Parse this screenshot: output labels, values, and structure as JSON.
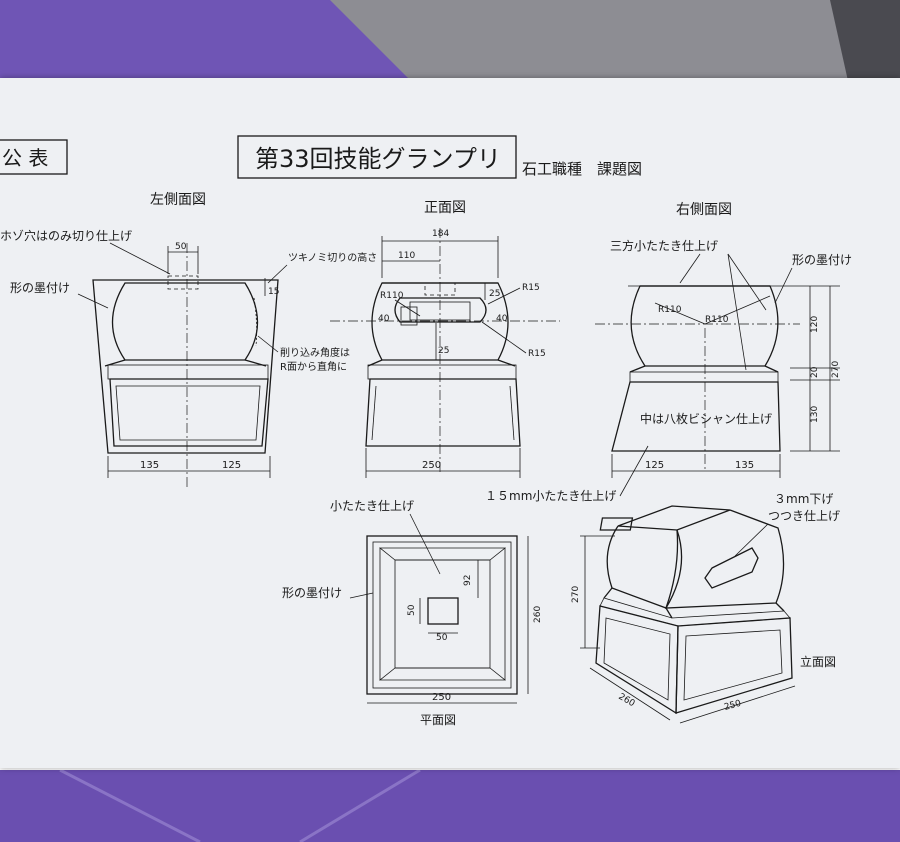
{
  "header": {
    "announce_label": "公 表",
    "title": "第33回技能グランプリ",
    "subtitle": "石工職種　課題図"
  },
  "views": {
    "left_side": {
      "title": "左側面図",
      "note_mortise": "ホゾ穴はのみ切り仕上げ",
      "note_marking": "形の墨付け",
      "note_chamfer": "ツキノミ切りの高さ",
      "note_cut_angle_1": "削り込み角度は",
      "note_cut_angle_2": "R面から直角に",
      "dims": {
        "top": "50",
        "chamfer": "15",
        "bottom_left": "135",
        "bottom_right": "125"
      }
    },
    "front": {
      "title": "正面図",
      "dims": {
        "top": "184",
        "inner": "110",
        "right_h": "25",
        "left_40": "40",
        "right_40": "40",
        "center_h": "25",
        "bottom": "250"
      },
      "radii": {
        "r110": "R110",
        "r15_top": "R15",
        "r15_bottom": "R15"
      }
    },
    "right_side": {
      "title": "右側面図",
      "note_three_sides": "三方小たたき仕上げ",
      "note_marking": "形の墨付け",
      "note_inside": "中は八枚ビシャン仕上げ",
      "note_15mm": "１５mm小たたき仕上げ",
      "radii": {
        "r1": "R110",
        "r2": "R110"
      },
      "dims": {
        "h1": "120",
        "h2": "20",
        "h3": "130",
        "total": "270",
        "bottom_left": "125",
        "bottom_right": "135"
      }
    },
    "plan": {
      "title": "平面図",
      "note_finish": "小たたき仕上げ",
      "note_marking": "形の墨付け",
      "dims": {
        "depth": "92",
        "hole_h": "50",
        "hole_w": "50",
        "right": "260",
        "bottom": "250"
      }
    },
    "elevation": {
      "title": "立面図",
      "note_3mm": "３mm下げ",
      "note_tsutsuki": "つつき仕上げ",
      "dims": {
        "height": "270",
        "depth": "260",
        "width": "250"
      }
    }
  },
  "colors": {
    "sheet": "#eef0f3",
    "ink": "#1a1a1a",
    "purple_bg": "#6a4fb0",
    "gray_bg": "#8c8c92"
  }
}
